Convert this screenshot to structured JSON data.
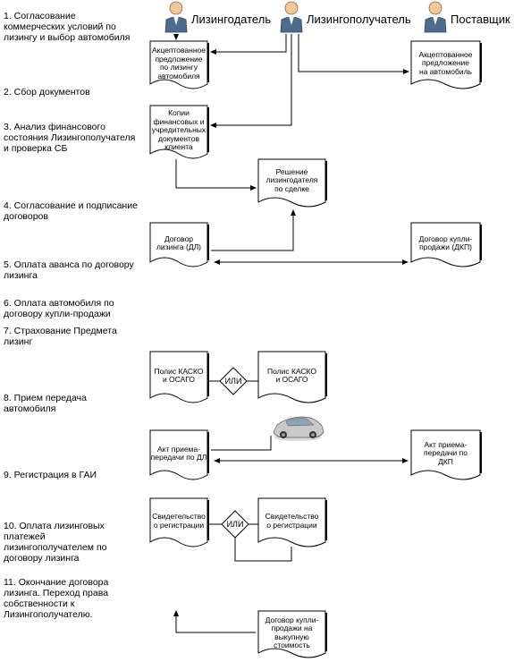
{
  "actors": {
    "lessor": "Лизингодатель",
    "lessee": "Лизингополучатель",
    "supplier": "Поставщик"
  },
  "steps": [
    "1. Согласование\nкоммерческих условий  по\nлизингу и выбор автомобиля",
    "2. Сбор документов",
    "3. Анализ финансового\nсостояния Лизингополучателя\nи проверка СБ",
    "4. Согласование и подписание\nдоговоров",
    "5. Оплата аванса по договору\nлизинга",
    "6. Оплата автомобиля по\nдоговору купли-продажи",
    "7. Страхование Предмета\nлизинг",
    "8. Прием передача\nавтомобиля",
    "9. Регистрация в ГАИ",
    "10. Оплата лизинговых\nплатежей\nлизингополучателем по\nдоговору лизинга",
    "11. Окончание договора\nлизинга. Переход права\nсобственности к\nЛизингополучателю."
  ],
  "documents": {
    "accepted_lessor": "Акцептованное\nпредложение\nпо лизингу\nавтомобиля",
    "accepted_supplier": "Акцептованное\nпредложение\nна автомобиль",
    "copies": "Копии\nфинансовых и\nучредительных\nдокументов\nклиента",
    "decision": "Решение\nлизингодателя\nпо сделке",
    "lease_contract": "Договор\nлизинга (ДЛ)",
    "purchase_contract": "Договор купли-\nпродажи (ДКП)",
    "kasko_1": "Полис КАСКО\nи ОСАГО",
    "kasko_2": "Полис КАСКО\nи ОСАГО",
    "act_dl": "Акт приема-\nпередачи по ДЛ",
    "act_dkp": "Акт приема-\nпередачи по\nДКП",
    "registration_1": "Свидетельство\nо регистрации",
    "registration_2": "Свидетельство\nо регистрации",
    "buyout_contract": "Договор купли-\nпродажи на\nвыкупную\nстоимость"
  },
  "or_label": "ИЛИ"
}
